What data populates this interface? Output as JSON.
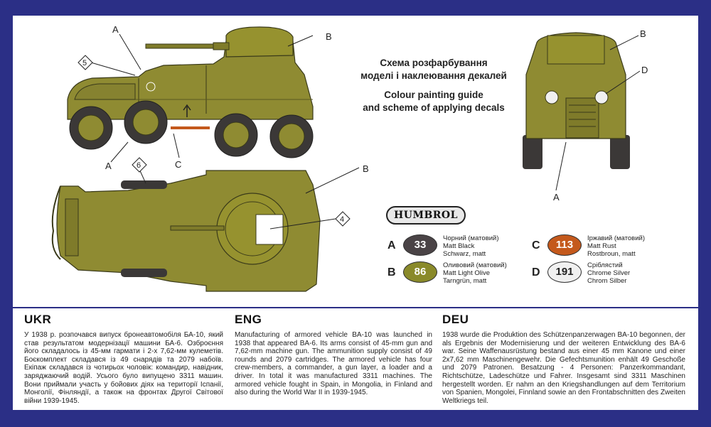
{
  "headings": {
    "ua_line1": "Схема розфарбування",
    "ua_line2": "моделі і наклеювання декалей",
    "en_line1": "Colour painting guide",
    "en_line2": "and scheme of applying decals"
  },
  "brand": "HUMBROL",
  "labels": {
    "a": "A",
    "b": "B",
    "c": "C",
    "d": "D",
    "n4": "4",
    "n5": "5",
    "n6": "6"
  },
  "colors": [
    {
      "letter": "A",
      "code": "33",
      "ua": "Чорний (матовий)",
      "en": "Matt Black",
      "de": "Schwarz, matt",
      "hex": "#4a4346",
      "text": "#ffffff"
    },
    {
      "letter": "B",
      "code": "86",
      "ua": "Оливовий (матовий)",
      "en": "Matt Light Olive",
      "de": "Tarngrün, matt",
      "hex": "#8a8a2a",
      "text": "#ffffff"
    },
    {
      "letter": "C",
      "code": "113",
      "ua": "Іржавий (матовий)",
      "en": "Matt Rust",
      "de": "Rostbroun, matt",
      "hex": "#c4591c",
      "text": "#ffffff"
    },
    {
      "letter": "D",
      "code": "191",
      "ua": "Сріблястий",
      "en": "Chrome Silver",
      "de": "Chrom Silber",
      "hex": "#f0f0f0",
      "text": "#222222"
    }
  ],
  "sections": {
    "ukr": {
      "title": "UKR",
      "text": "У 1938 р. розпочався випуск бронеавтомобіля БА-10, який став результатом модернізації машини БА-6. Озброєння його складалось із 45-мм гармати і 2-х 7,62-мм кулеметів. Боєкомплект складався із 49 снарядів та 2079 набоїв. Екіпаж складався із чотирьох чоловік: командир, навідник, заряджаючий водій. Усього було випущено 3311 машин. Вони приймали участь у бойових діях на території Іспанії, Монголії, Фінляндії, а також на фронтах Другої Світової війни 1939-1945."
    },
    "eng": {
      "title": "ENG",
      "text": "Manufacturing of armored vehicle BA-10 was launched in 1938 that appeared BA-6. Its arms consist of 45-mm gun and 7,62-mm machine gun. The ammunition supply consist of 49 rounds and 2079 cartridges. The armored vehicle has four crew-members, a commander, a gun layer, a loader and a driver. In total it was manufactured 3311 machines. The armored vehicle fought in Spain, in Mongolia, in Finland and also during the World War II in 1939-1945."
    },
    "deu": {
      "title": "DEU",
      "text": "1938 wurde die Produktion des Schützenpanzerwagen BA-10 begonnen, der als Ergebnis der Modernisierung und der weiteren Entwicklung des BA-6 war. Seine Waffenausrüstung bestand aus einer 45 mm Kanone und einer 2x7,62 mm Maschinengewehr. Die Gefechtsmunition enhält 49 Geschoße und 2079 Patronen. Besatzung - 4 Personen: Panzerkommandant, Richtschütze, Ladeschütze und Fahrer. Insgesamt sind 3311 Maschinen hergestellt worden. Er nahm an den Kriegshandlungen auf dem Territorium von Spanien, Mongolei, Finnland sowie an den Frontabschnitten des Zweiten Weltkriegs teil."
    }
  }
}
